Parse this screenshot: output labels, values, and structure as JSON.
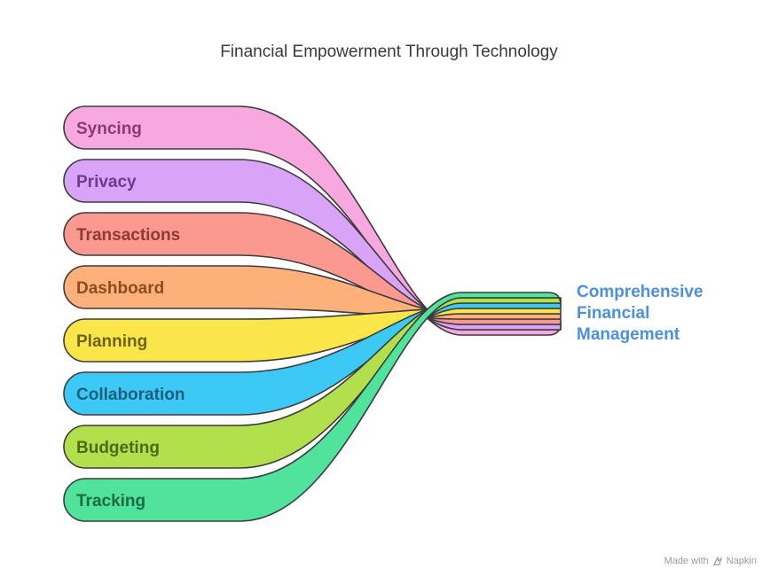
{
  "title": "Financial Empowerment Through Technology",
  "target": {
    "lines": [
      "Comprehensive",
      "Financial",
      "Management"
    ],
    "color": "#4a90e2"
  },
  "sources": [
    {
      "label": "Syncing",
      "fill": "#f7a8de",
      "textColor": "#8a3a75",
      "icon": "syncing-flow"
    },
    {
      "label": "Privacy",
      "fill": "#d9a4f7",
      "textColor": "#6b3a92",
      "icon": "privacy-flow"
    },
    {
      "label": "Transactions",
      "fill": "#fb9890",
      "textColor": "#8f3a33",
      "icon": "transactions-flow"
    },
    {
      "label": "Dashboard",
      "fill": "#fdb07a",
      "textColor": "#8c4c1f",
      "icon": "dashboard-flow"
    },
    {
      "label": "Planning",
      "fill": "#fbe64a",
      "textColor": "#6e6310",
      "icon": "planning-flow"
    },
    {
      "label": "Collaboration",
      "fill": "#3cc9f5",
      "textColor": "#1d5e7a",
      "icon": "collaboration-flow"
    },
    {
      "label": "Budgeting",
      "fill": "#b1e04c",
      "textColor": "#4d6a16",
      "icon": "budgeting-flow"
    },
    {
      "label": "Tracking",
      "fill": "#4fe39c",
      "textColor": "#1f6a45",
      "icon": "tracking-flow"
    }
  ],
  "footer": {
    "prefix": "Made with",
    "brand": "Napkin",
    "icon": "napkin-logo-icon"
  }
}
